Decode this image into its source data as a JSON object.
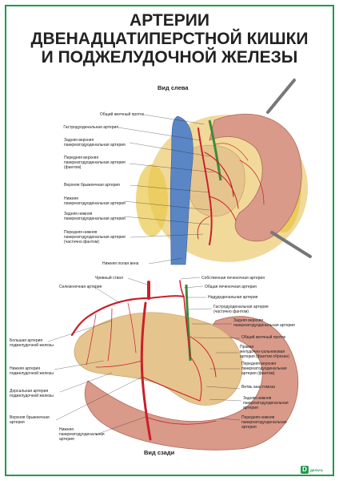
{
  "title": {
    "line1": "АРТЕРИИ",
    "line2": "ДВЕНАДЦАТИПЕРСТНОЙ КИШКИ",
    "line3": "И ПОДЖЕЛУДОЧНОЙ ЖЕЛЕЗЫ"
  },
  "top_view": {
    "caption": "Вид слева",
    "labels": [
      "Общий желчный проток",
      "Гастродуоденальная артерия",
      "Задняя верхняя\nпанкреатодуоденальная артерия",
      "Передняя верхняя\nпанкреатодуоденальная артерия\n(фантом)",
      "Верхняя брыжеечная артерия",
      "Нижняя\nпанкреатодуоденальная артерия",
      "Задняя нижняя\nпанкреатодуоденальная артерия",
      "Передняя нижняя\nпанкреатодуоденальная артерия\n(частично фантом)",
      "Нижняя полая вена"
    ]
  },
  "bottom_view": {
    "caption": "Вид сзади",
    "left_labels": [
      "Чревный ствол",
      "Селезеночная артерия",
      "Большая артерия\nподжелудочной железы",
      "Нижняя артерия\nподжелудочной железы",
      "Дорсальная артерия\nподжелудочной железы",
      "Верхняя брыжеечная\nартерия",
      "Нижняя\nпанкреатодуоденальная\nартерия"
    ],
    "right_labels": [
      "Собственная печеночная артерия",
      "Общая печеночная артерия",
      "Надудоденальная артерия",
      "Гастродуоденальная артерия\n(частично фантом)",
      "Задняя верхняя\nпанкреатодуоденальная артерия",
      "Общий желчный проток",
      "Правая\nжелудочно-сальниковая\nартерия (фантом обрезан)",
      "Передняя верхняя\nпанкреатодуоденальная\nартерия (фантом)",
      "Ветвь анастомоза",
      "Задняя нижняя\nпанкреатодуоденальная\nартерия",
      "Передняя нижняя\nпанкреатодуоденальная\nартерия"
    ]
  },
  "logo": {
    "mark": "D",
    "text": "ДЕЛЬТА"
  },
  "colors": {
    "frame": "#1f9a4c",
    "artery": "#c8202a",
    "vein": "#5a86c6",
    "pancreas": "#e6c48e",
    "duodenum": "#d99a8a",
    "fat": "#e8c84a",
    "bile": "#3d8a3a"
  }
}
